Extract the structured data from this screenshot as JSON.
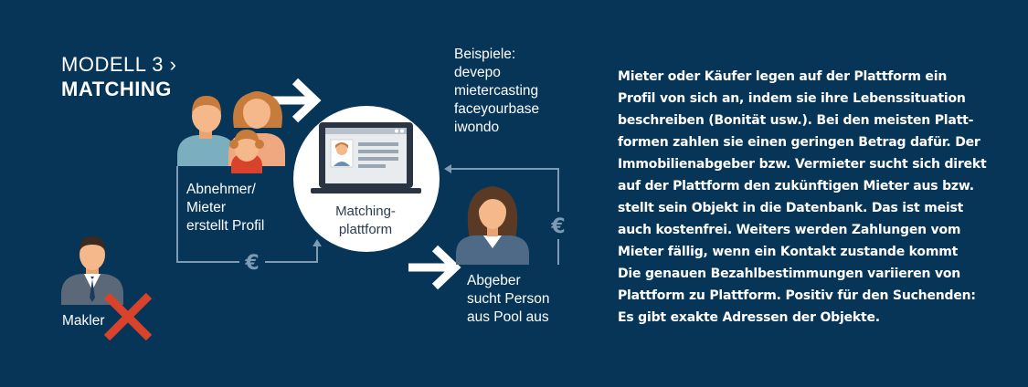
{
  "header": {
    "model": "MODELL 3 ›",
    "name": "MATCHING"
  },
  "examples": {
    "heading": "Beispiele:",
    "items": [
      "devepo",
      "mietercasting",
      "faceyourbase",
      "iwondo"
    ]
  },
  "nodes": {
    "abnehmer": [
      "Abnehmer/",
      "Mieter",
      "erstellt Profil"
    ],
    "platform": [
      "Matching-",
      "plattform"
    ],
    "abgeber": [
      "Abgeber",
      "sucht Person",
      "aus Pool aus"
    ],
    "makler": "Makler"
  },
  "currency_symbol": "€",
  "description": [
    "Mieter oder Käufer legen auf der Plattform ein",
    "Profil von sich an, indem sie ihre Lebenssituation",
    "beschreiben (Bonität usw.). Bei den meisten Platt-",
    "formen zahlen sie einen geringen Betrag dafür. Der",
    "Immobilienabgeber bzw. Vermieter sucht sich direkt",
    "auf der Plattform den zukünftigen Mieter aus bzw.",
    "stellt sein Objekt in die Datenbank. Das ist meist",
    "auch kostenfrei. Weiters werden Zahlungen vom",
    "Mieter fällig, wenn ein Kontakt zustande kommt",
    "Die genauen Bezahlbestimmungen variieren von",
    "Plattform zu Plattform. Positiv für den Suchenden:",
    "Es gibt exakte Adressen der Objekte."
  ],
  "colors": {
    "background": "#063557",
    "connector": "#7d9bb5",
    "cross": "#d9432b",
    "skin": "#f4b88a",
    "hair": "#c77c3c",
    "suit": "#5a6877"
  }
}
